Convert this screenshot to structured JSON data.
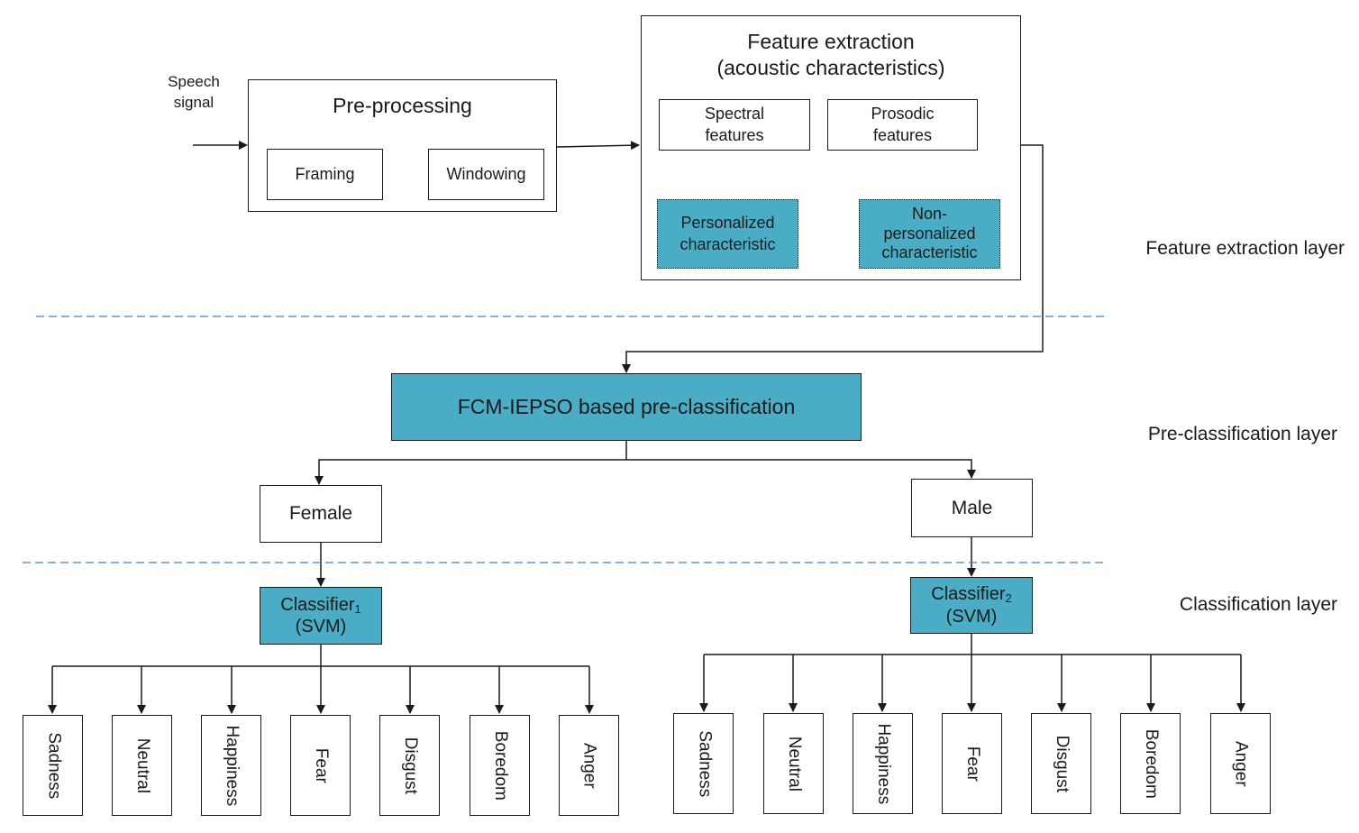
{
  "feature_extraction": {
    "title_line1": "Feature extraction",
    "title_line2": "(acoustic characteristics)",
    "spectral_line1": "Spectral",
    "spectral_line2": "features",
    "prosodic_line1": "Prosodic",
    "prosodic_line2": "features",
    "personalized_line1": "Personalized",
    "personalized_line2": "characteristic",
    "nonpersonalized_line1": "Non-",
    "nonpersonalized_line2": "personalized",
    "nonpersonalized_line3": "characteristic"
  },
  "input": {
    "line1": "Speech",
    "line2": "signal"
  },
  "preprocessing": {
    "title": "Pre-processing",
    "framing": "Framing",
    "windowing": "Windowing"
  },
  "preclassification": {
    "label": "FCM-IEPSO based pre-classification"
  },
  "genders": {
    "female": "Female",
    "male": "Male"
  },
  "classifier1": {
    "name": "Classifier",
    "sub": "1",
    "model": "(SVM)"
  },
  "classifier2": {
    "name": "Classifier",
    "sub": "2",
    "model": "(SVM)"
  },
  "layers": {
    "feature_extraction": "Feature extraction layer",
    "preclassification": "Pre-classification layer",
    "classification": "Classification layer"
  },
  "emotions": [
    "Sadness",
    "Neutral",
    "Happiness",
    "Fear",
    "Disgust",
    "Boredom",
    "Anger"
  ],
  "colors": {
    "accent_fill": "#4bacc6",
    "divider": "#4a7fb5",
    "line": "#1a1a1a"
  }
}
